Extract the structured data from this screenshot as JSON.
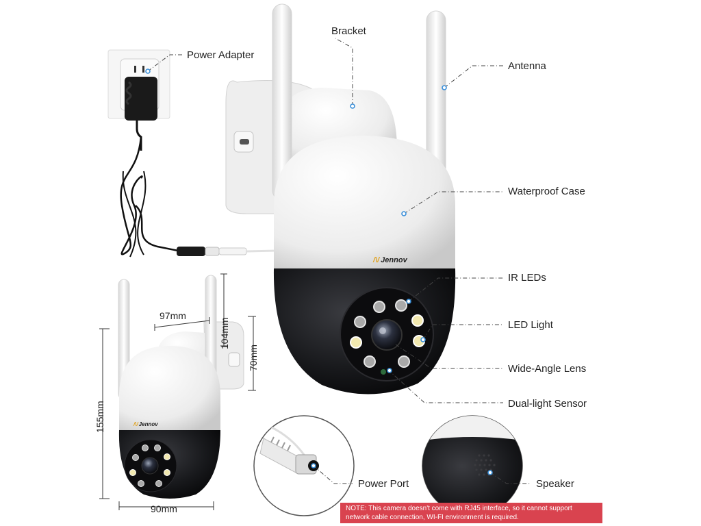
{
  "brand": "Jennov",
  "labels": {
    "power_adapter": "Power Adapter",
    "bracket": "Bracket",
    "antenna": "Antenna",
    "waterproof_case": "Waterproof Case",
    "ir_leds": "IR LEDs",
    "led_light": "LED Light",
    "wide_angle_lens": "Wide-Angle Lens",
    "dual_light_sensor": "Dual-light Sensor",
    "power_port": "Power Port",
    "speaker": "Speaker"
  },
  "dimensions": {
    "width_top": "97mm",
    "height_bracket": "104mm",
    "depth": "70mm",
    "height_total": "155mm",
    "width_base": "90mm"
  },
  "note": "NOTE: This camera doesn't come with RJ45 interface, so it cannot support network cable connection, WI-FI environment is required.",
  "colors": {
    "accent_dot": "#3a8fd9",
    "note_bg": "#d9434f",
    "camera_black": "#141416",
    "camera_white": "#f2f2f2"
  }
}
